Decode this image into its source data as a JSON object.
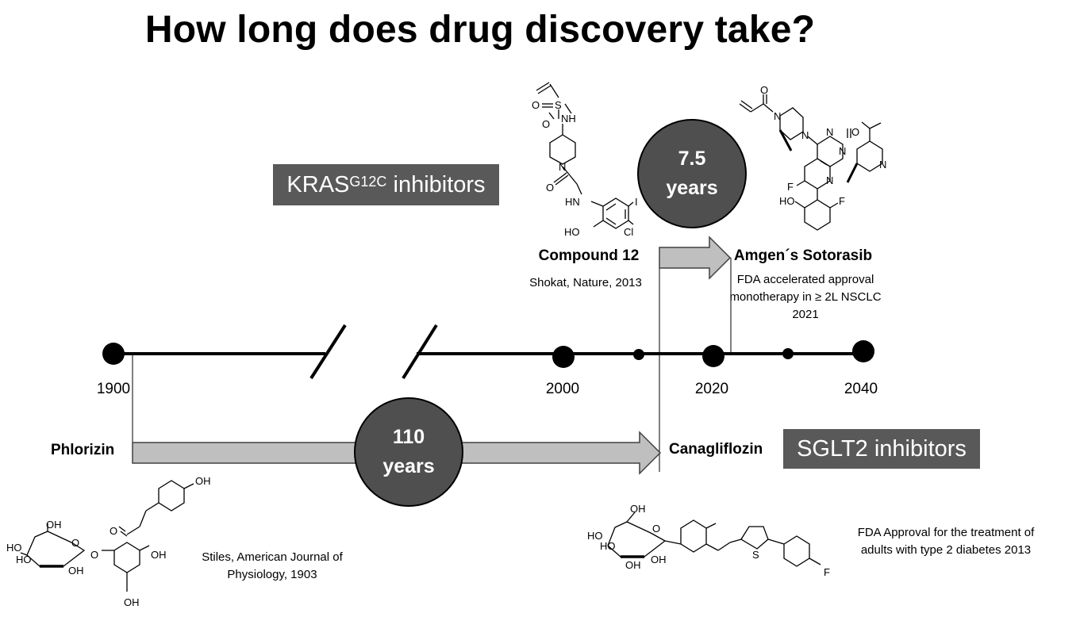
{
  "title": "How long does drug discovery take?",
  "kras": {
    "label_main": "KRAS",
    "label_sup": "G12C",
    "label_rest": " inhibitors"
  },
  "sglt2": {
    "label": "SGLT2 inhibitors"
  },
  "timeline": {
    "years": [
      "1900",
      "2000",
      "2020",
      "2040"
    ]
  },
  "kras_story": {
    "compound_name": "Compound 12",
    "compound_ref": "Shokat, Nature, 2013",
    "duration": [
      "7.5",
      "years"
    ],
    "drug_name": "Amgen´s Sotorasib",
    "approval": [
      "FDA accelerated approval",
      "monotherapy in ≥ 2L NSCLC",
      "2021"
    ]
  },
  "sglt2_story": {
    "origin_name": "Phlorizin",
    "origin_ref": [
      "Stiles, American Journal of",
      "Physiology, 1903"
    ],
    "duration": [
      "110",
      "years"
    ],
    "drug_name": "Canagliflozin",
    "approval": [
      "FDA Approval for the treatment of",
      "adults with type 2 diabetes 2013"
    ]
  },
  "colors": {
    "box": "#595959",
    "circle": "#4f4f4f",
    "arrow_fill": "#bfbfbf",
    "arrow_stroke": "#404040"
  },
  "molecule_labels": {
    "compound12": [
      "O",
      "S",
      "O",
      "NH",
      "N",
      "O",
      "HN",
      "I",
      "HO",
      "Cl"
    ],
    "sotorasib": [
      "O",
      "N",
      "N",
      "N",
      "O",
      "N",
      "N",
      "N",
      "F",
      "HO",
      "F"
    ],
    "phlorizin": [
      "OH",
      "O",
      "OH",
      "O",
      "HO",
      "HO",
      "OH",
      "O",
      "OH",
      "OH"
    ],
    "canagliflozin": [
      "OH",
      "O",
      "HO",
      "HO",
      "OH",
      "OH",
      "S",
      "F"
    ]
  }
}
